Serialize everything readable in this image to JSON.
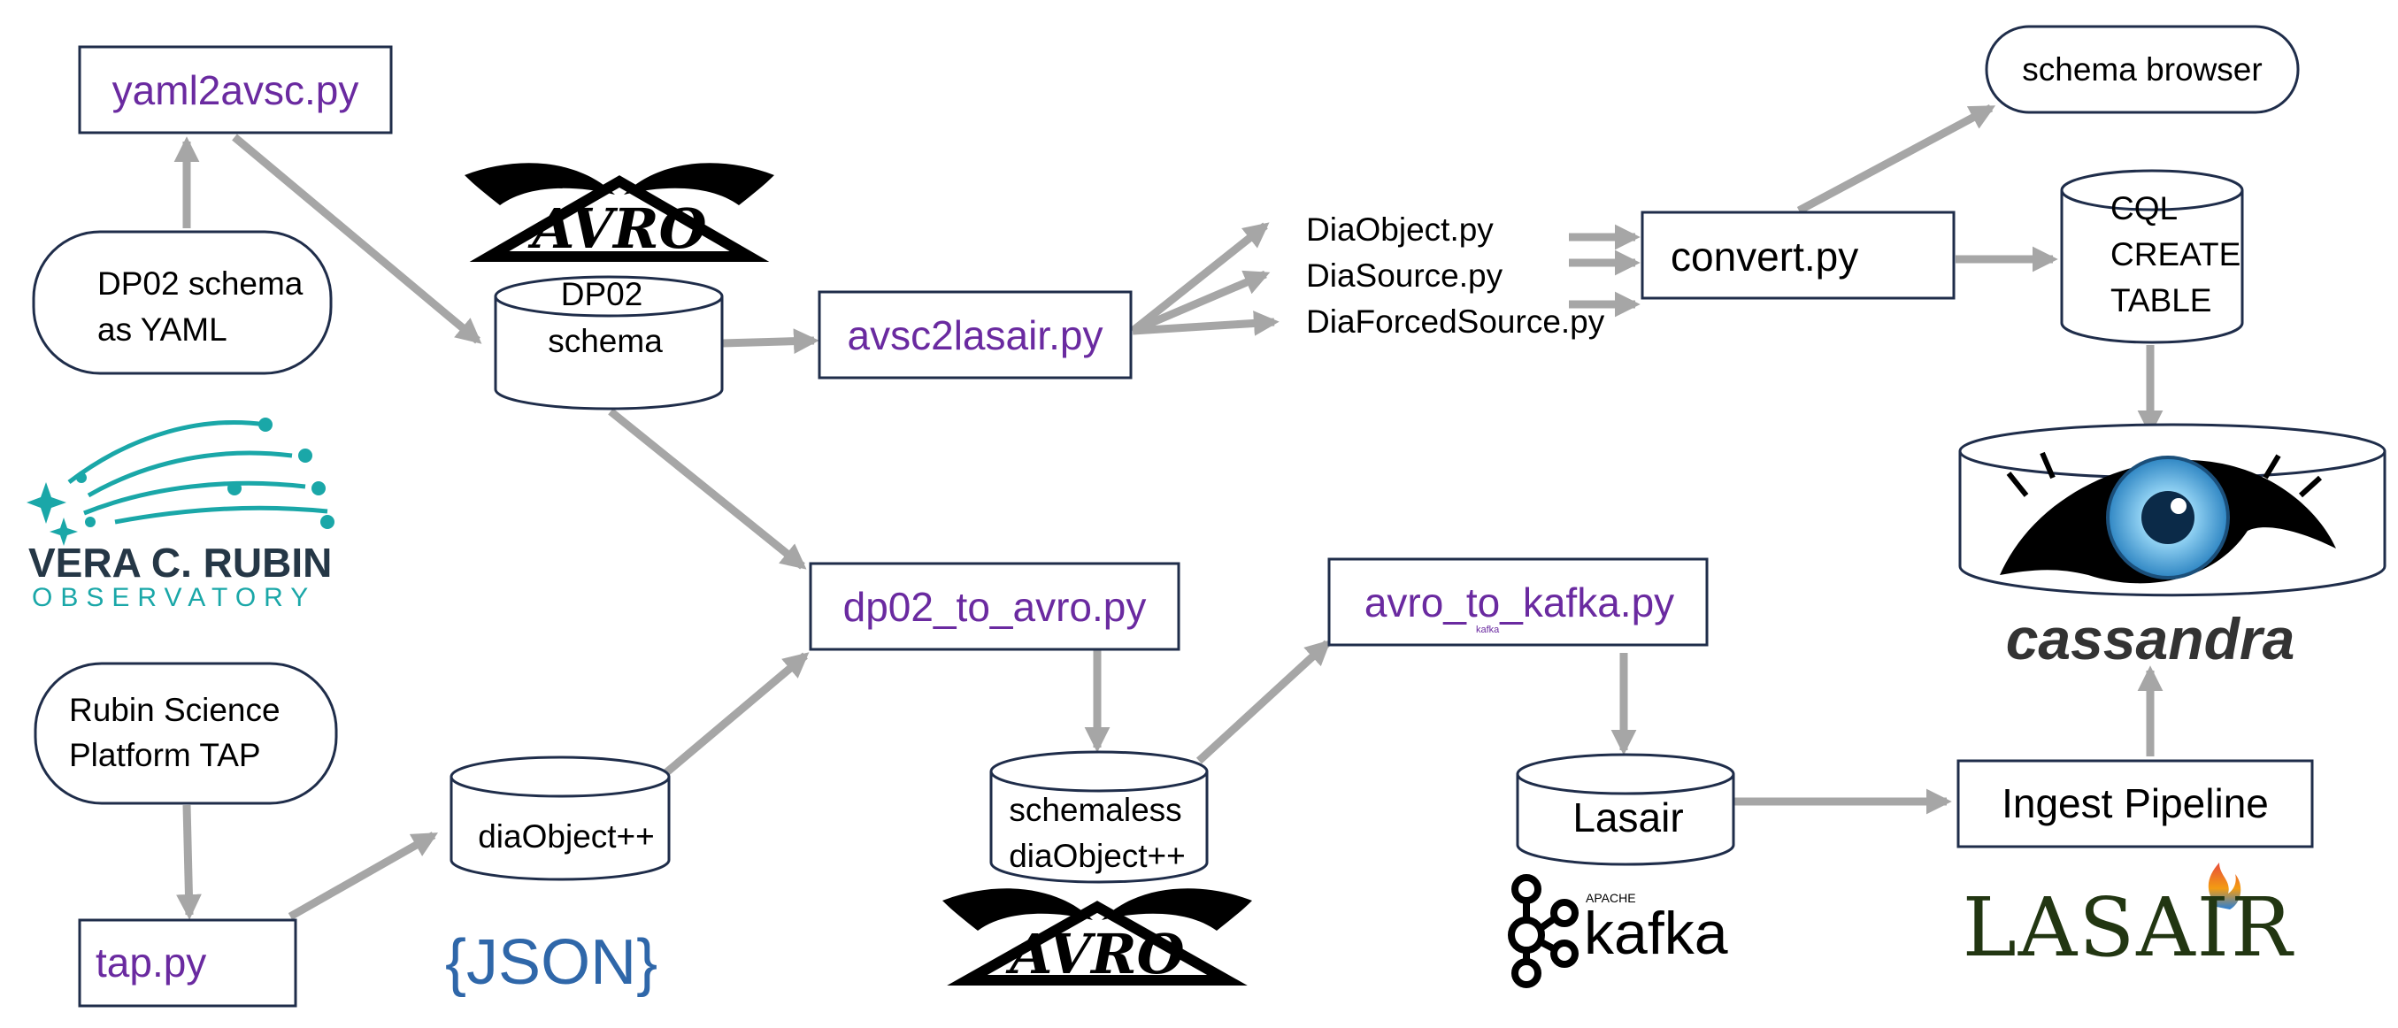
{
  "scripts": {
    "yaml2avsc": "yaml2avsc.py",
    "avsc2lasair": "avsc2lasair.py",
    "dp02_to_avro": "dp02_to_avro.py",
    "avro_to_kafka": "avro_to_kafka.py",
    "tap": "tap.py",
    "convert": "convert.py",
    "ingest": "Ingest Pipeline"
  },
  "sources": {
    "dp02_yaml": [
      "DP02 schema",
      "as YAML"
    ],
    "rubin_tap": [
      "Rubin Science",
      "Platform TAP"
    ],
    "schema_browser": "schema browser"
  },
  "stores": {
    "dp02_schema": [
      "DP02",
      "schema"
    ],
    "diaobject_json": "diaObject++",
    "schemaless": [
      "schemaless",
      "diaObject++"
    ],
    "lasair_kafka": "Lasair",
    "cql": [
      "CQL",
      "CREATE",
      "TABLE"
    ]
  },
  "generated_files": [
    "DiaObject.py",
    "DiaSource.py",
    "DiaForcedSource.py"
  ],
  "logos": {
    "avro": "AVRO",
    "rubin_line1": "VERA C. RUBIN",
    "rubin_line2": "OBSERVATORY",
    "json": "{JSON}",
    "kafka_small": "APACHE",
    "kafka": "kafka",
    "cassandra": "cassandra",
    "lasair": "LASAIR",
    "kafka_tiny": "kafka"
  },
  "colors": {
    "script_text": "#6a2aa0",
    "box_border": "#1f2d4a",
    "arrow": "#a6a6a6",
    "rubin_teal": "#1aa7a8",
    "rubin_dark": "#253746",
    "json_blue": "#2f67a9",
    "cassandra_eye": "#5bb4e5",
    "lasair_green": "#223612"
  }
}
